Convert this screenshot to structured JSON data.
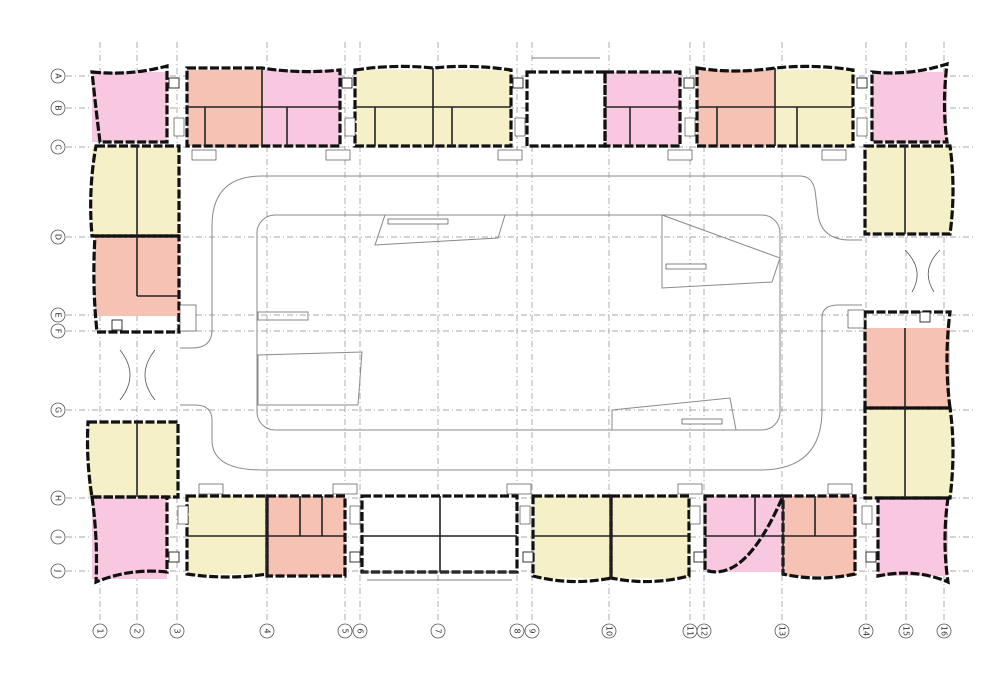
{
  "grid": {
    "rows": [
      "A",
      "B",
      "C",
      "D",
      "E",
      "F",
      "G",
      "H",
      "I",
      "J"
    ],
    "columns": [
      "1",
      "2",
      "3",
      "4",
      "5",
      "6",
      "7",
      "8",
      "9",
      "10",
      "11",
      "12",
      "13",
      "14",
      "15",
      "16"
    ]
  },
  "colors": {
    "pink": "#f7c8e0",
    "salmon": "#f6c2b3",
    "yellow": "#f6f0c8",
    "wall": "#111111"
  }
}
